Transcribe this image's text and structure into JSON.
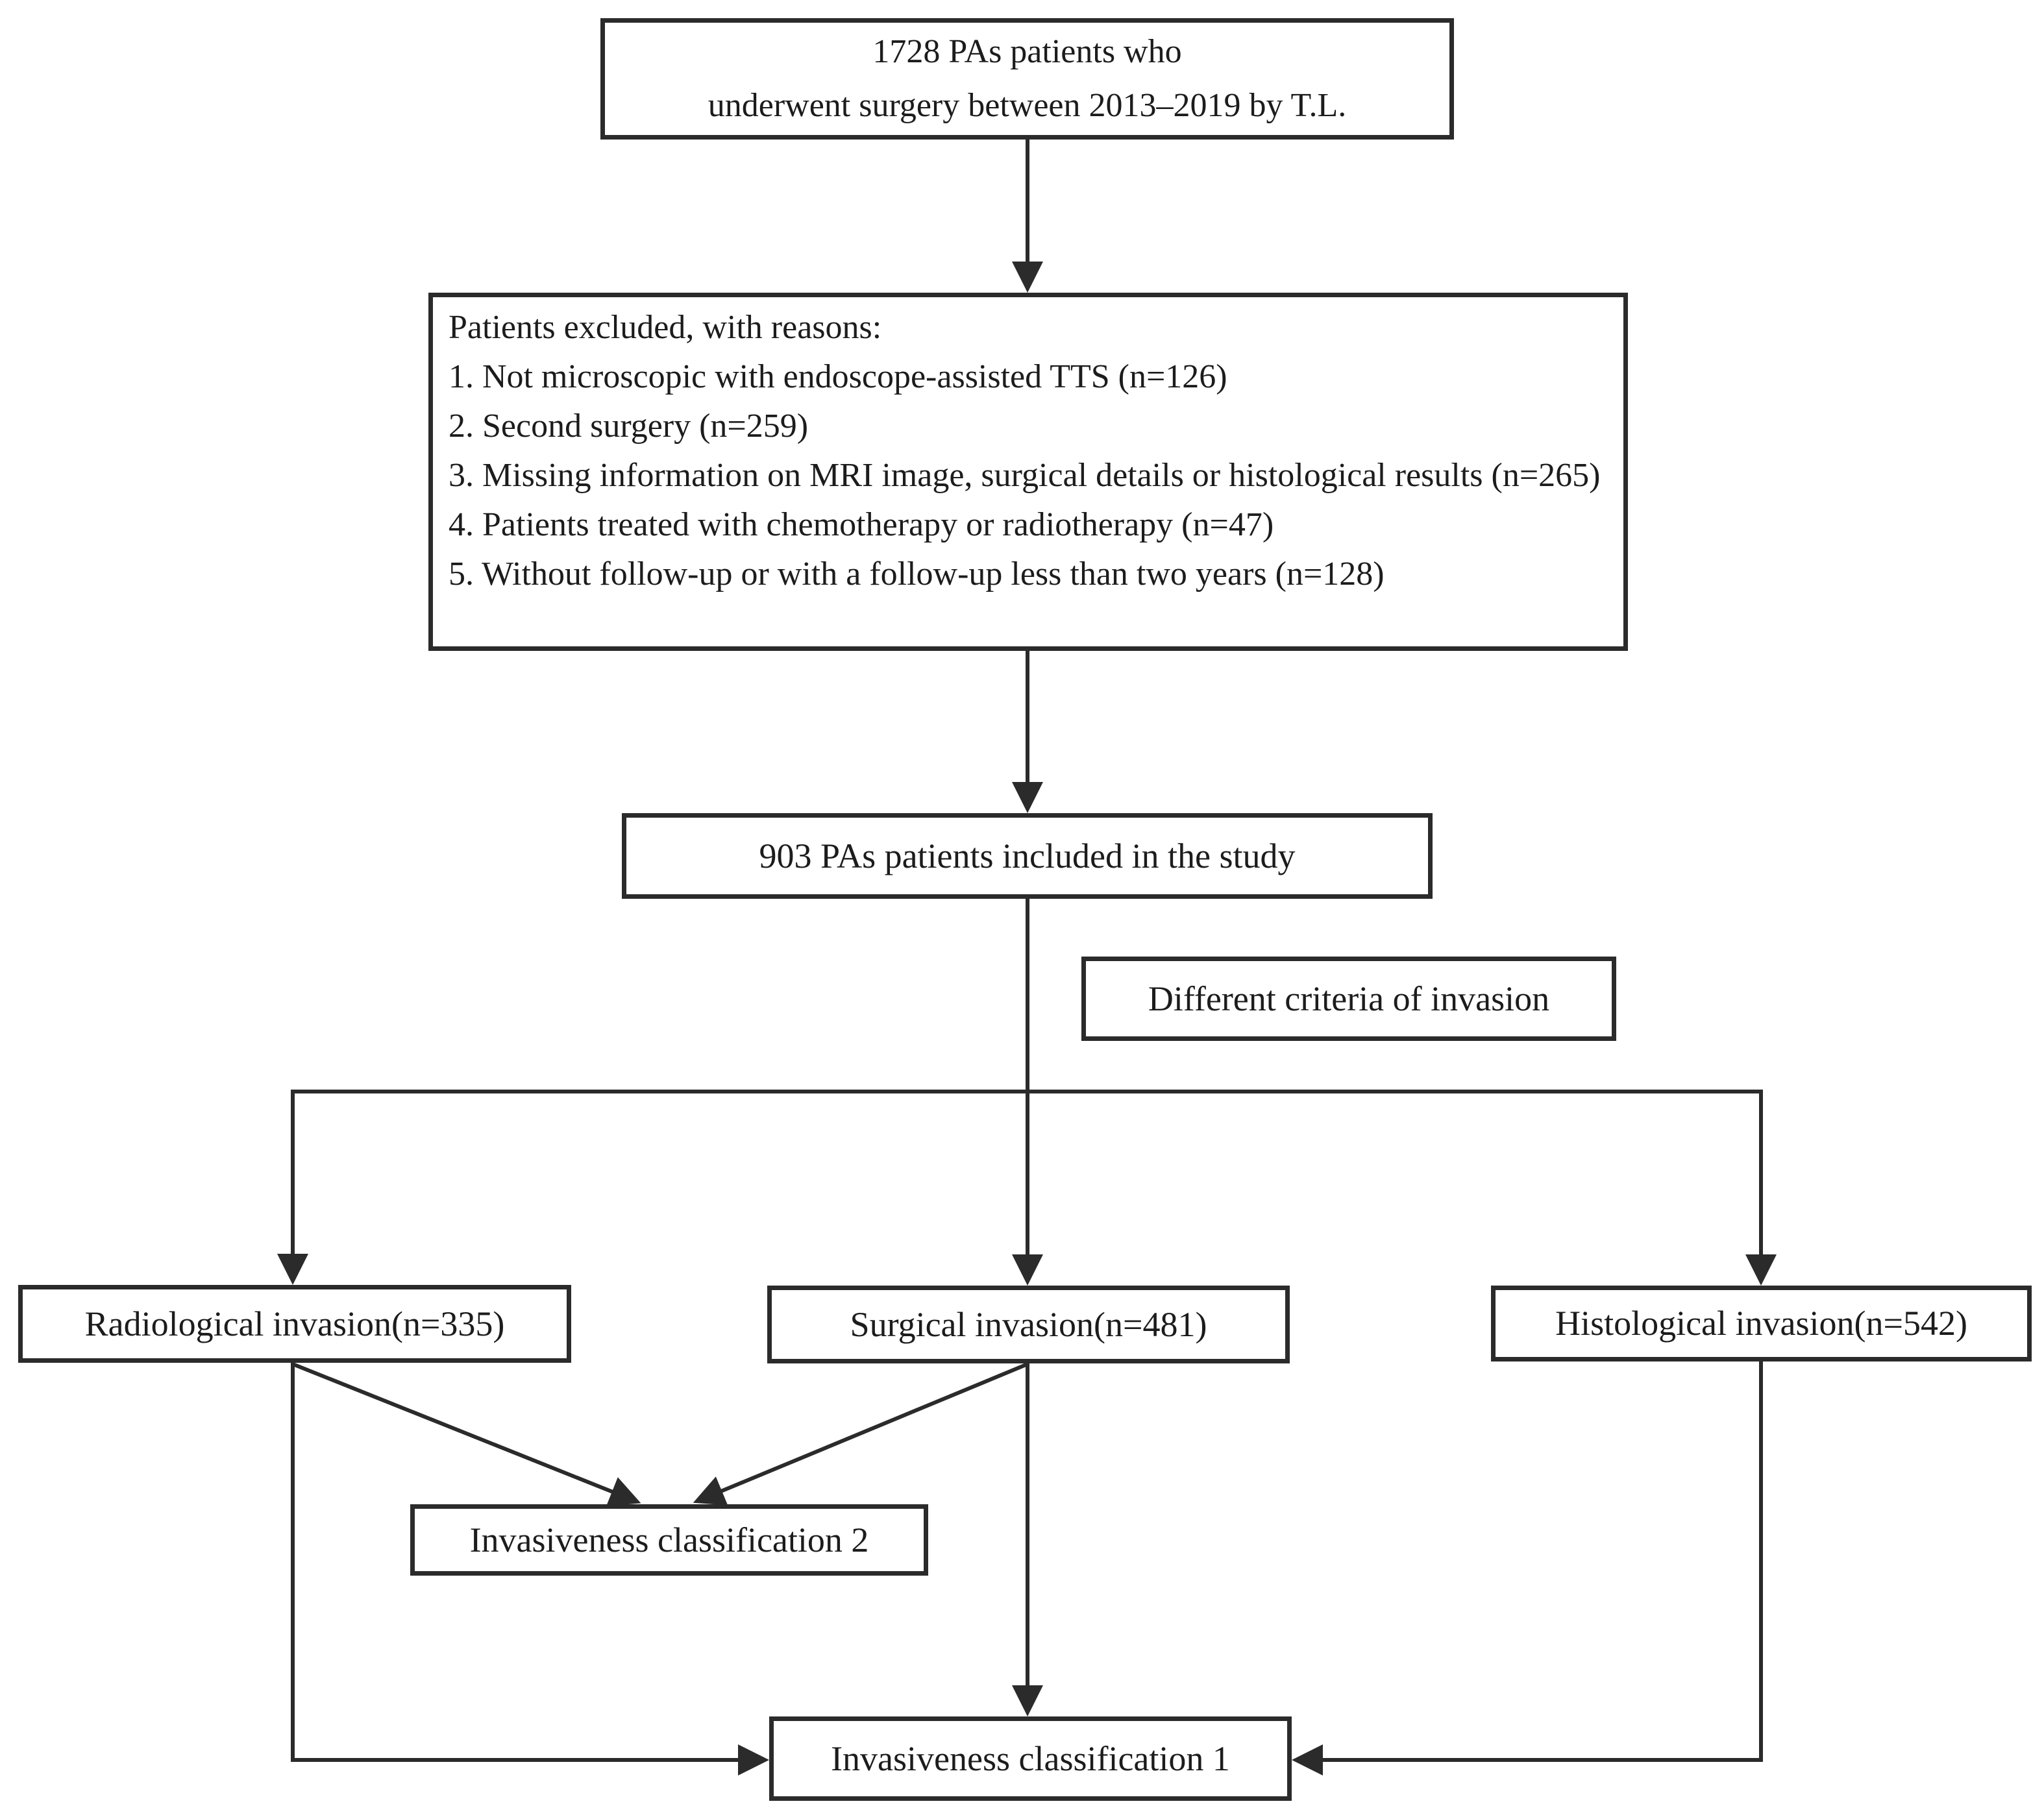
{
  "diagram": {
    "type": "flowchart",
    "nodes": {
      "initial": {
        "line1": "1728 PAs patients who",
        "line2": "underwent surgery between 2013–2019 by T.L."
      },
      "excluded": {
        "heading": "Patients excluded, with reasons:",
        "reasons": [
          "1. Not microscopic with endoscope-assisted TTS (n=126)",
          "2. Second surgery (n=259)",
          "3. Missing information on MRI image, surgical details or histological results (n=265)",
          "4. Patients treated with chemotherapy or radiotherapy (n=47)",
          "5. Without follow-up or with a follow-up less than two years (n=128)"
        ]
      },
      "included": {
        "label": "903 PAs patients included in the study"
      },
      "criteria": {
        "label": "Different criteria of invasion"
      },
      "radiological": {
        "label": "Radiological invasion(n=335)"
      },
      "surgical": {
        "label": "Surgical invasion(n=481)"
      },
      "histological": {
        "label": "Histological invasion(n=542)"
      },
      "classification2": {
        "label": "Invasiveness classification 2"
      },
      "classification1": {
        "label": "Invasiveness classification 1"
      }
    },
    "edges": [
      {
        "from": "initial",
        "to": "excluded"
      },
      {
        "from": "excluded",
        "to": "included"
      },
      {
        "from": "included",
        "to": "radiological"
      },
      {
        "from": "included",
        "to": "surgical"
      },
      {
        "from": "included",
        "to": "histological"
      },
      {
        "from": "radiological",
        "to": "classification2"
      },
      {
        "from": "surgical",
        "to": "classification2"
      },
      {
        "from": "radiological",
        "to": "classification1"
      },
      {
        "from": "surgical",
        "to": "classification1"
      },
      {
        "from": "histological",
        "to": "classification1"
      }
    ],
    "colors": {
      "background": "#ffffff",
      "line": "#2b2b2b",
      "text": "#1c1c1c"
    }
  }
}
